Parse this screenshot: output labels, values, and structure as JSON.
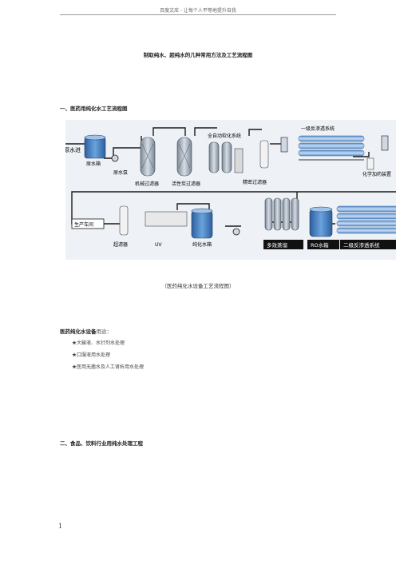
{
  "header": "百度文库 - 让每个人平等地提升自我",
  "title": "制取纯水、超纯水的几种常用方法及工艺流程图",
  "section1": "一、医药用纯化水工艺流程图",
  "diagram": {
    "labels": {
      "raw_water_in": "原水进",
      "raw_tank": "原水箱",
      "raw_pump": "原水泵",
      "mech_filter": "机械过滤器",
      "carbon_filter": "活性炭过滤器",
      "softener": "全自动软化系统",
      "precision_filter": "精密过滤器",
      "ro1": "一级反渗透系统",
      "dosing": "化学加药装置",
      "workshop": "生产车间",
      "ultrafilter": "超滤器",
      "uv": "UV",
      "pure_tank": "纯化水箱",
      "multi_still": "多效蒸馏",
      "ro_tank": "RO水箱",
      "ro2": "二级反渗透系统"
    }
  },
  "caption": "（医药纯化水设备工艺流程图）",
  "uses_label": "医药纯化水设备",
  "uses_suffix": "用途：",
  "uses": [
    "★大输液、水针剂水处理",
    "★口服液用水处理",
    "★医用无菌水及人工肾析用水处理"
  ],
  "section2": "二、食品、饮料行业用纯水处理工程",
  "page_number": "1",
  "colors": {
    "pipe": "#1a1a1a",
    "equipment_blue": "#3a78c0",
    "panel_bg": "#eef2f6"
  }
}
